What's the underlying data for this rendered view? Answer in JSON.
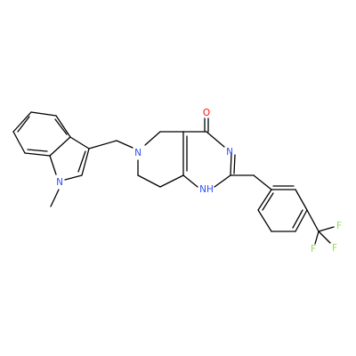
{
  "colors": {
    "bond": "#000000",
    "carbon": "#000000",
    "nitrogen": "#3050f8",
    "oxygen": "#ff0d0d",
    "fluorine": "#90e050",
    "background": "#ffffff"
  },
  "atoms": {
    "o_carbonyl": "O",
    "n_ring_upper": "N",
    "nh_ring": "NH",
    "n_piperidine": "N",
    "n_indole": "N",
    "f1": "F",
    "f2": "F",
    "f3": "F"
  }
}
